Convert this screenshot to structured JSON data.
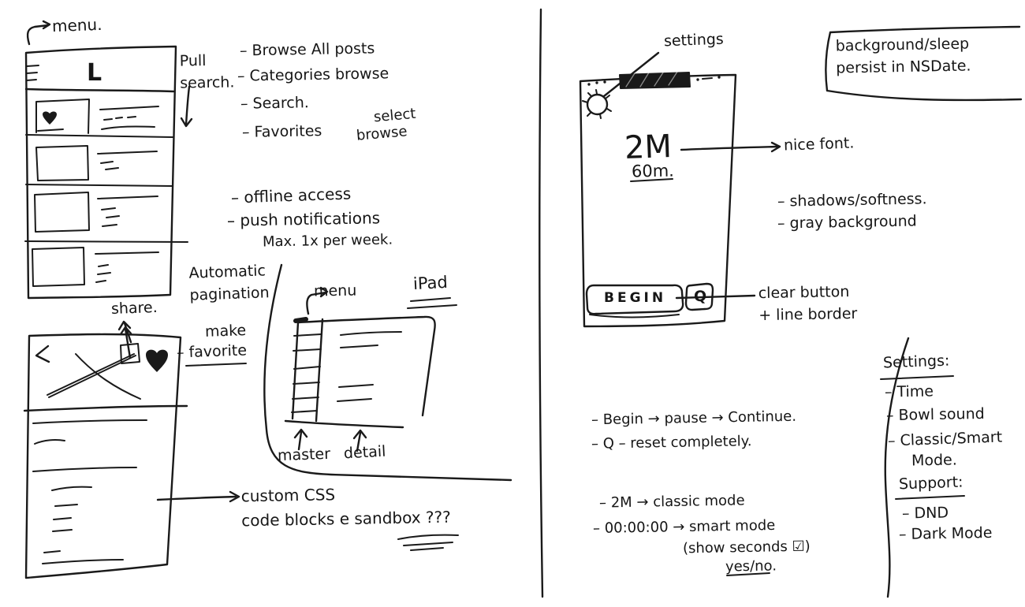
{
  "colors": {
    "ink": "#1a1a1a",
    "paper": "#ffffff"
  },
  "icons": {
    "hamburger_menu": "≡",
    "back_chevron": "‹",
    "favorite_heart": "♥",
    "share_arrow": "↥",
    "settings_gear": "⚙",
    "reset": "Q",
    "checkbox_checked": "☑"
  },
  "left_page": {
    "menu_label": "menu.",
    "logo": "L",
    "pull_search_label": "Pull\nsearch.",
    "features": [
      "– Browse All posts",
      "– Categories browse",
      "– Search.",
      "– Favorites"
    ],
    "favorites_note_line1": "select",
    "favorites_note_line2": "browse",
    "offline_note": "– offline access",
    "push_note": "– push notifications",
    "push_note_sub": "Max. 1x per week.",
    "pagination_note": "Automatic\npagination",
    "share_label": "share.",
    "make_favorite_line1": "make",
    "make_favorite_line2": "– favorite",
    "ipad_menu_label": "menu",
    "ipad_title": "iPad",
    "master_label": "master",
    "detail_label": "detail",
    "custom_css_note": "custom CSS\ncode blocks e sandbox ???"
  },
  "right_page": {
    "settings_label": "settings",
    "sleep_note": "background/sleep\npersist in NSDate.",
    "timer_value": "2M",
    "timer_duration": "60m.",
    "nice_font_note": "nice font.",
    "shadows_note": "– shadows/softness.",
    "gray_bg_note": "– gray background",
    "begin_button_label": "BEGIN",
    "reset_button_glyph": "Q",
    "clear_button_note": "clear button\n+ line border",
    "flow_note_1": "– Begin → pause → Continue.",
    "flow_note_2": "– Q – reset completely.",
    "classic_mode_note": "– 2M → classic mode",
    "smart_mode_note": "– 00:00:00 → smart mode",
    "smart_mode_sub": "(show seconds ☑)",
    "smart_mode_sub2": "yes/no.",
    "settings_panel_title": "Settings:",
    "settings_items": [
      "– Time",
      "– Bowl sound",
      "– Classic/Smart",
      "Mode."
    ],
    "support_panel_title": "Support:",
    "support_items": [
      "– DND",
      "– Dark Mode"
    ]
  }
}
